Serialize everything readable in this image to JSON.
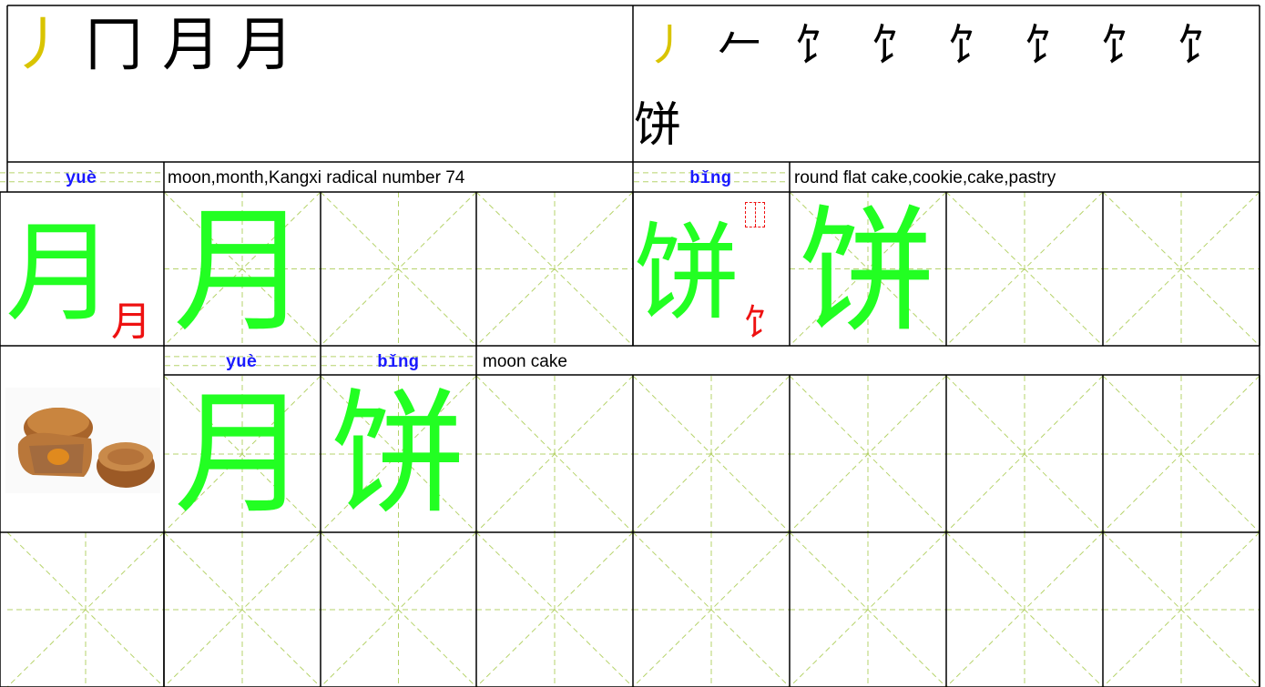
{
  "colors": {
    "stroke_highlight": "#d9c400",
    "stroke_done": "#000000",
    "practice_char": "#22ff22",
    "radical": "#ee1111",
    "pinyin": "#1a1aff",
    "guide_lines": "#b6d36b",
    "border": "#000000"
  },
  "stroke_order": {
    "yue": [
      "丿",
      "冂",
      "月",
      "月"
    ],
    "bing": [
      "丿",
      "𠂉",
      "饣",
      "饣",
      "饣",
      "饣",
      "饣",
      "饣",
      "饼"
    ]
  },
  "char1": {
    "character": "月",
    "pinyin": "yuè",
    "meaning": "moon,month,Kangxi radical number 74",
    "radical": "月"
  },
  "char2": {
    "character": "饼",
    "pinyin": "bǐng",
    "meaning": "round flat cake,cookie,cake,pastry",
    "radical": "饣"
  },
  "word": {
    "chars": [
      "月",
      "饼"
    ],
    "pinyin": [
      "yuè",
      "bǐng"
    ],
    "meaning": "moon cake",
    "image_icon": "mooncake-photo"
  }
}
